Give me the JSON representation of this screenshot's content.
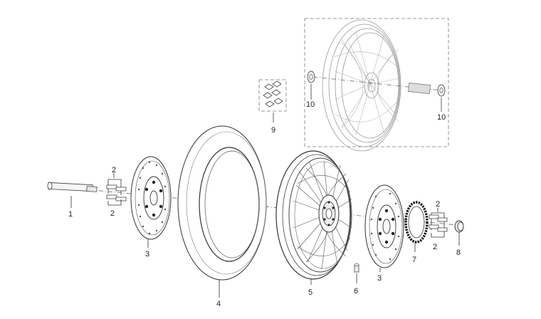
{
  "diagram": {
    "callouts": {
      "axle": "1",
      "bolts_left_top": "2",
      "bolts_left_bottom": "2",
      "bolts_right_top": "2",
      "bolts_right_bottom": "2",
      "disc_left": "3",
      "disc_right": "3",
      "tire": "4",
      "wheel": "5",
      "valve": "6",
      "sprocket_ring": "7",
      "spacer": "8",
      "weights": "9",
      "bearing_left": "10",
      "bearing_right": "10"
    }
  }
}
